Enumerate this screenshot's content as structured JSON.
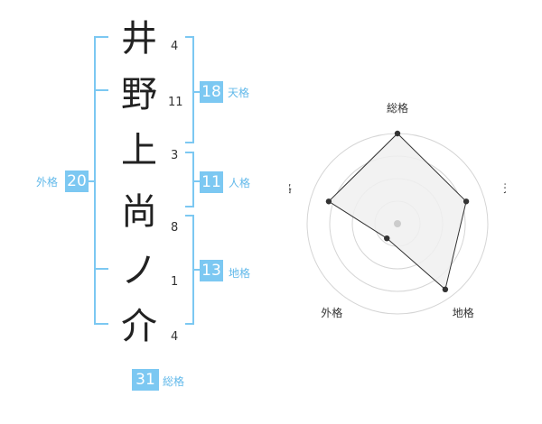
{
  "name": {
    "chars": [
      {
        "char": "井",
        "strokes": "4"
      },
      {
        "char": "野",
        "strokes": "11"
      },
      {
        "char": "上",
        "strokes": "3"
      },
      {
        "char": "尚",
        "strokes": "8"
      },
      {
        "char": "ノ",
        "strokes": "1"
      },
      {
        "char": "介",
        "strokes": "4"
      }
    ]
  },
  "fortune": {
    "tenkaku": {
      "value": "18",
      "label": "天格"
    },
    "jinkaku": {
      "value": "11",
      "label": "人格"
    },
    "chikaku": {
      "value": "13",
      "label": "地格"
    },
    "gaikaku": {
      "value": "20",
      "label": "外格"
    },
    "soukaku": {
      "value": "31",
      "label": "総格"
    }
  },
  "colors": {
    "accent": "#7cc8f2",
    "accent_text": "#62b9ea",
    "radar_fill": "#f0f0f0",
    "radar_grid": "#d5d5d5"
  },
  "chart_data": {
    "type": "radar",
    "axes": [
      "総格",
      "天格",
      "地格",
      "外格",
      "人格"
    ],
    "scale": [
      0,
      5
    ],
    "values": [
      5,
      4,
      4.5,
      1,
      4
    ],
    "rings": 4
  }
}
